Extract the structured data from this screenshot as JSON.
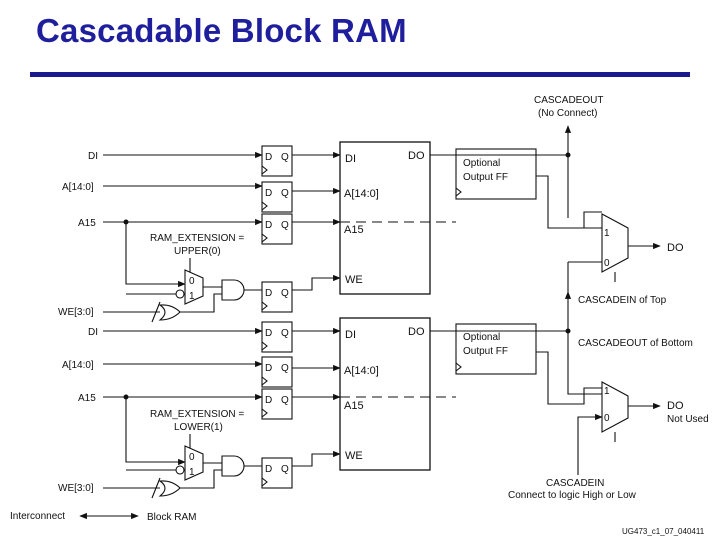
{
  "title": "Cascadable Block RAM",
  "colors": {
    "title": "#1f1f9e",
    "rule": "#1a1a8c",
    "lines": "#111111"
  },
  "diagram": {
    "top": {
      "inputs": [
        "DI",
        "A[14:0]",
        "A15",
        "WE[3:0]"
      ],
      "ram_ext_label_1": "RAM_EXTENSION =",
      "ram_ext_label_2": "UPPER(0)",
      "ram_pins": {
        "di": "DI",
        "do": "DO",
        "addr": "A[14:0]",
        "a15": "A15",
        "we": "WE"
      },
      "ff_1": "Optional",
      "ff_2": "Output FF",
      "mux_in1": "1",
      "mux_in0": "0",
      "out": "DO"
    },
    "bottom": {
      "inputs": [
        "DI",
        "A[14:0]",
        "A15",
        "WE[3:0]"
      ],
      "ram_ext_label_1": "RAM_EXTENSION =",
      "ram_ext_label_2": "LOWER(1)",
      "ram_pins": {
        "di": "DI",
        "do": "DO",
        "addr": "A[14:0]",
        "a15": "A15",
        "we": "WE"
      },
      "ff_1": "Optional",
      "ff_2": "Output FF",
      "mux_in1": "1",
      "mux_in0": "0",
      "out_1": "DO",
      "out_2": "Not Used"
    },
    "reg_d": "D",
    "reg_q": "Q",
    "small_mux_0": "0",
    "small_mux_1": "1",
    "cascadeout_1": "CASCADEOUT",
    "cascadeout_2": "(No Connect)",
    "cascadein_top": "CASCADEIN of Top",
    "cascadeout_bottom": "CASCADEOUT of Bottom",
    "cascadein_1": "CASCADEIN",
    "cascadein_2": "Connect to logic High or Low",
    "legend_left": "Interconnect",
    "legend_right": "Block RAM",
    "figure_id": "UG473_c1_07_040411"
  }
}
